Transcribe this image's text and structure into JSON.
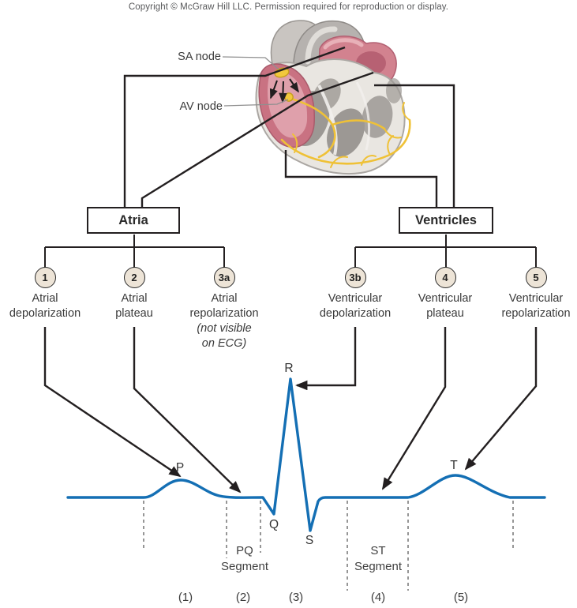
{
  "copyright": "Copyright © McGraw Hill LLC. Permission required for reproduction or display.",
  "heart": {
    "sa_node_label": "SA node",
    "av_node_label": "AV node"
  },
  "boxes": {
    "atria": "Atria",
    "ventricles": "Ventricles"
  },
  "events": {
    "e1": {
      "number": "1",
      "line1": "Atrial",
      "line2": "depolarization"
    },
    "e2": {
      "number": "2",
      "line1": "Atrial",
      "line2": "plateau"
    },
    "e3a": {
      "number": "3a",
      "line1": "Atrial",
      "line2": "repolarization",
      "note1": "(not visible",
      "note2": "on ECG)"
    },
    "e3b": {
      "number": "3b",
      "line1": "Ventricular",
      "line2": "depolarization"
    },
    "e4": {
      "number": "4",
      "line1": "Ventricular",
      "line2": "plateau"
    },
    "e5": {
      "number": "5",
      "line1": "Ventricular",
      "line2": "repolarization"
    }
  },
  "ecg": {
    "wave_p": "P",
    "wave_q": "Q",
    "wave_r": "R",
    "wave_s": "S",
    "wave_t": "T",
    "pq_segment_line1": "PQ",
    "pq_segment_line2": "Segment",
    "st_segment_line1": "ST",
    "st_segment_line2": "Segment",
    "phases": [
      "(1)",
      "(2)",
      "(3)",
      "(4)",
      "(5)"
    ]
  },
  "colors": {
    "trace_blue": "#146fb4",
    "line_black": "#231f20",
    "circle_fill": "#ede4d7",
    "node_yellow": "#f2c83c",
    "atrium_pink": "#c97282"
  }
}
